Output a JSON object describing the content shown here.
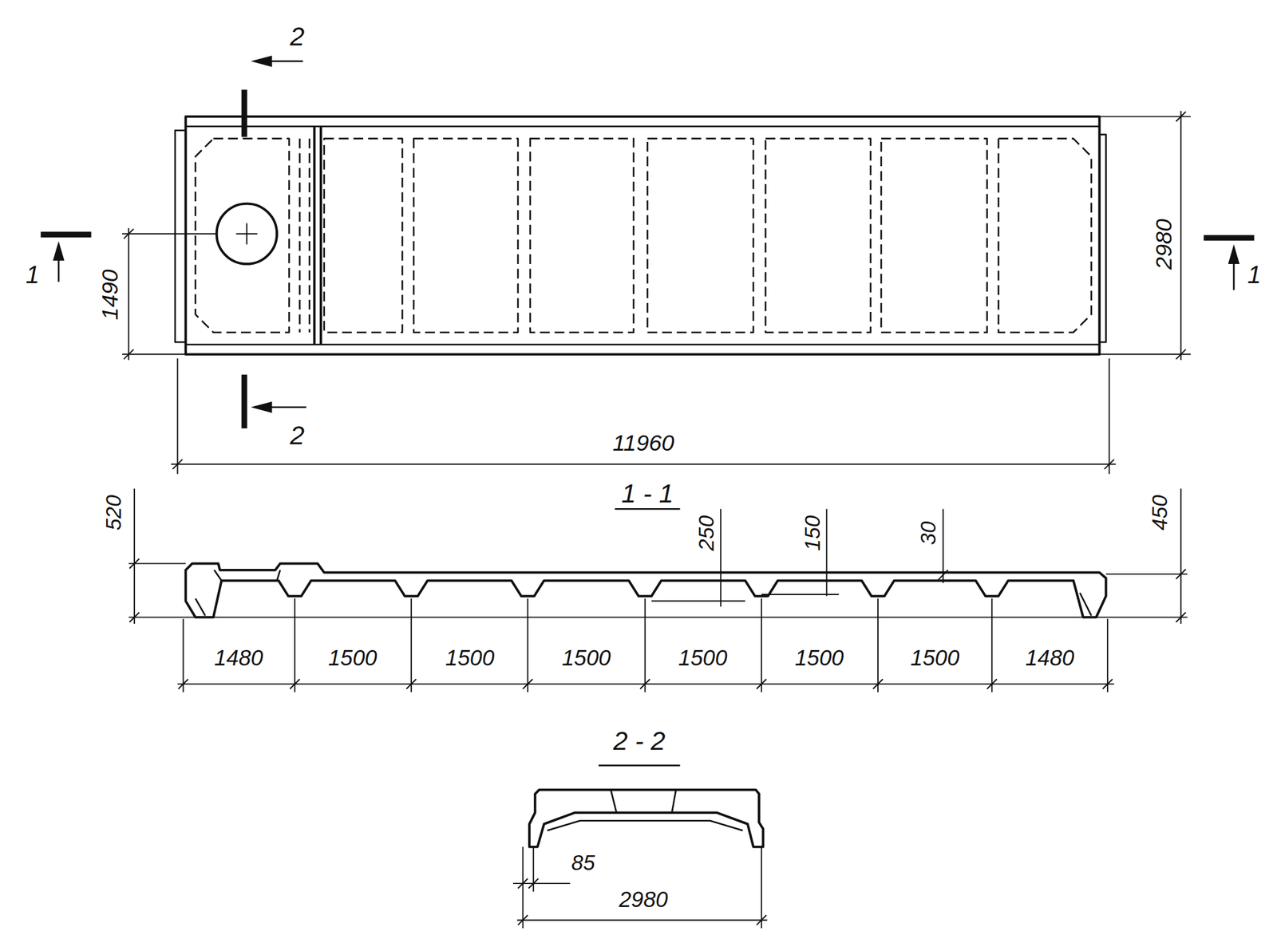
{
  "diagram": {
    "labels": [
      "2",
      "2",
      "1",
      "1",
      "1490",
      "2980",
      "11960",
      "1 - 1",
      "520",
      "250",
      "150",
      "30",
      "450",
      "1480",
      "1500",
      "1500",
      "1500",
      "1500",
      "1500",
      "1500",
      "1480",
      "2 - 2",
      "85",
      "2980"
    ]
  }
}
